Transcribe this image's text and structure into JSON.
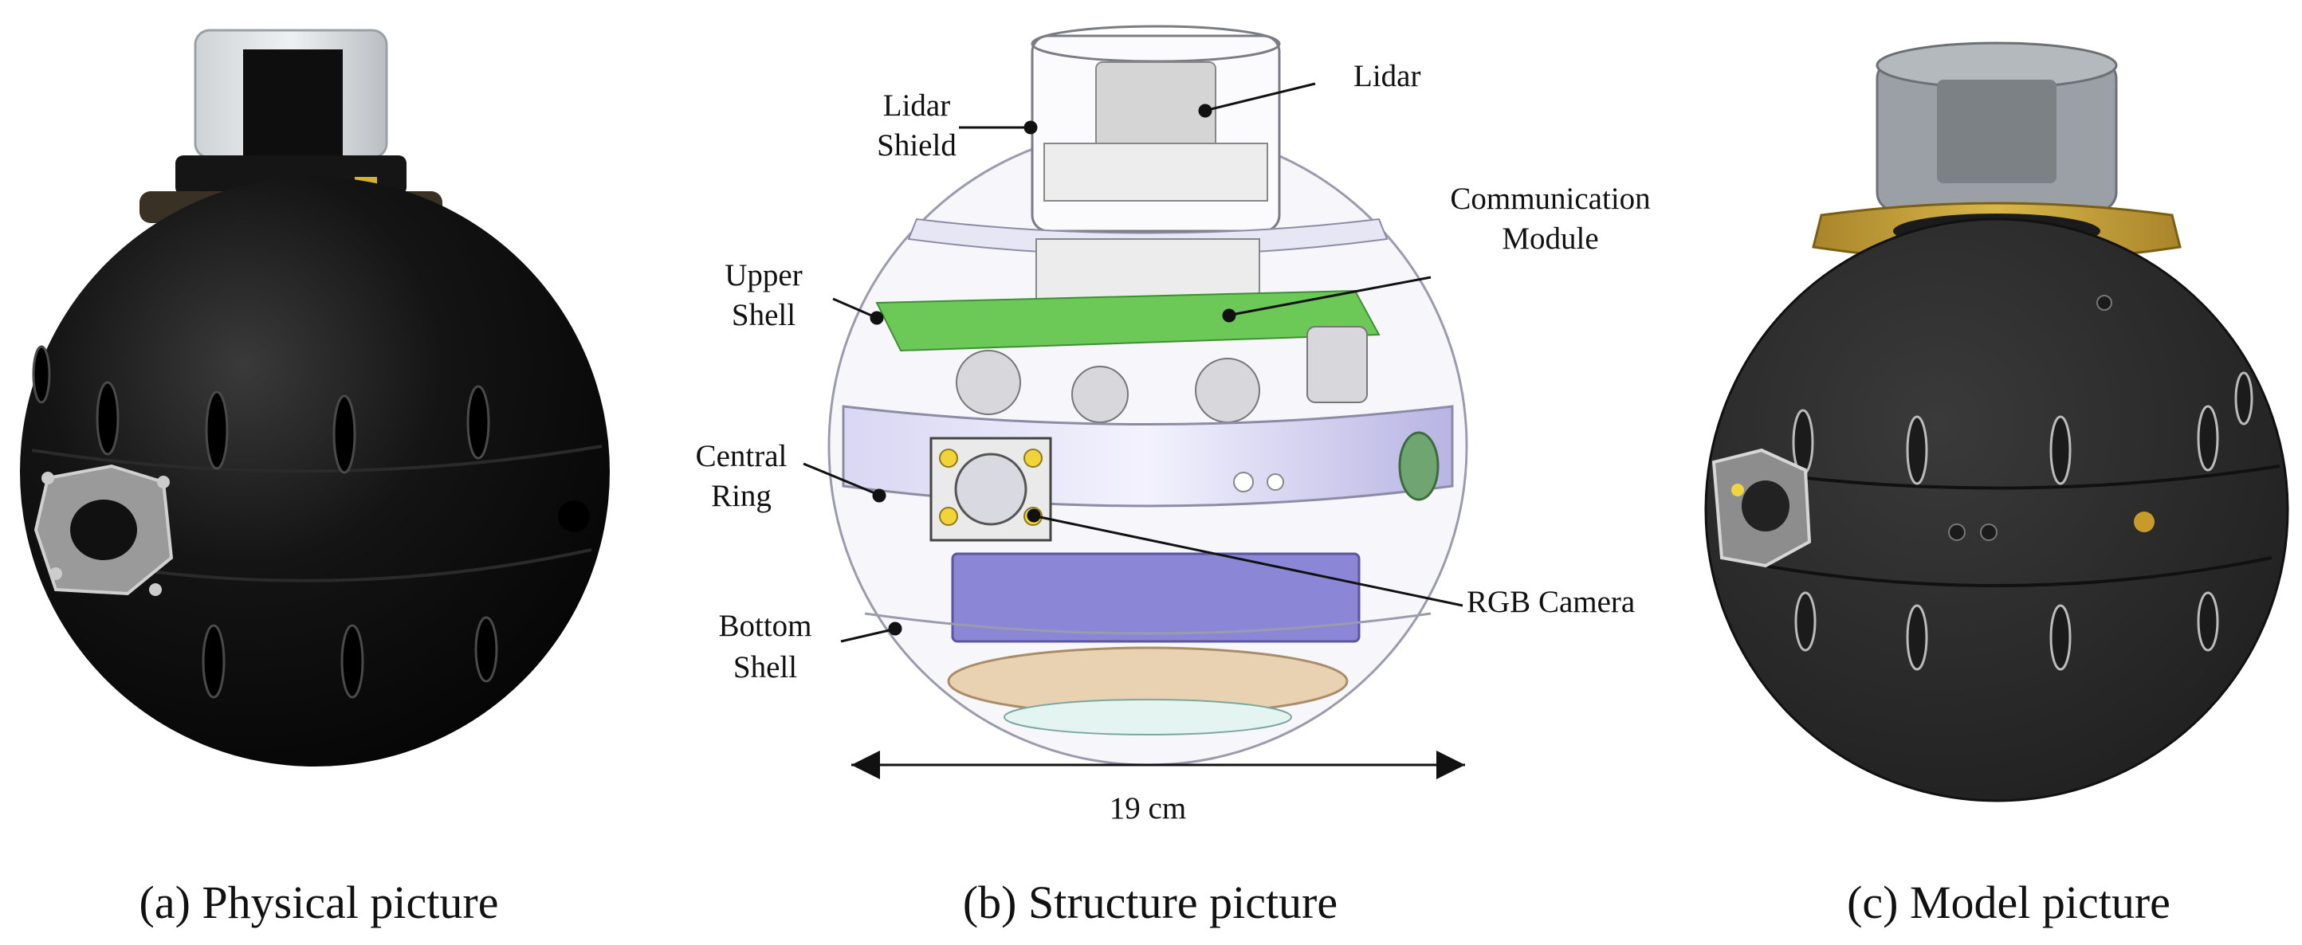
{
  "panels": {
    "a": {
      "caption": "(a) Physical picture"
    },
    "b": {
      "caption": "(b) Structure picture",
      "labels": {
        "lidar_shield": [
          "Lidar",
          "Shield"
        ],
        "lidar": "Lidar",
        "communication_module": [
          "Communication",
          "Module"
        ],
        "upper_shell": [
          "Upper",
          "Shell"
        ],
        "central_ring": [
          "Central",
          "Ring"
        ],
        "rgb_camera": "RGB Camera",
        "bottom_shell": [
          "Bottom",
          "Shell"
        ]
      },
      "dimension": "19 cm"
    },
    "c": {
      "caption": "(c) Model picture"
    }
  },
  "colors": {
    "sphere_dark": "#0b0b0b",
    "model_dark": "#2c2c2c",
    "brass_flange": "#c9a53a",
    "ring_lavender": "#c6c3ea",
    "battery_blue": "#8b87d6",
    "pcb_green": "#6cc957",
    "base_plate": "#e9d2b2"
  }
}
